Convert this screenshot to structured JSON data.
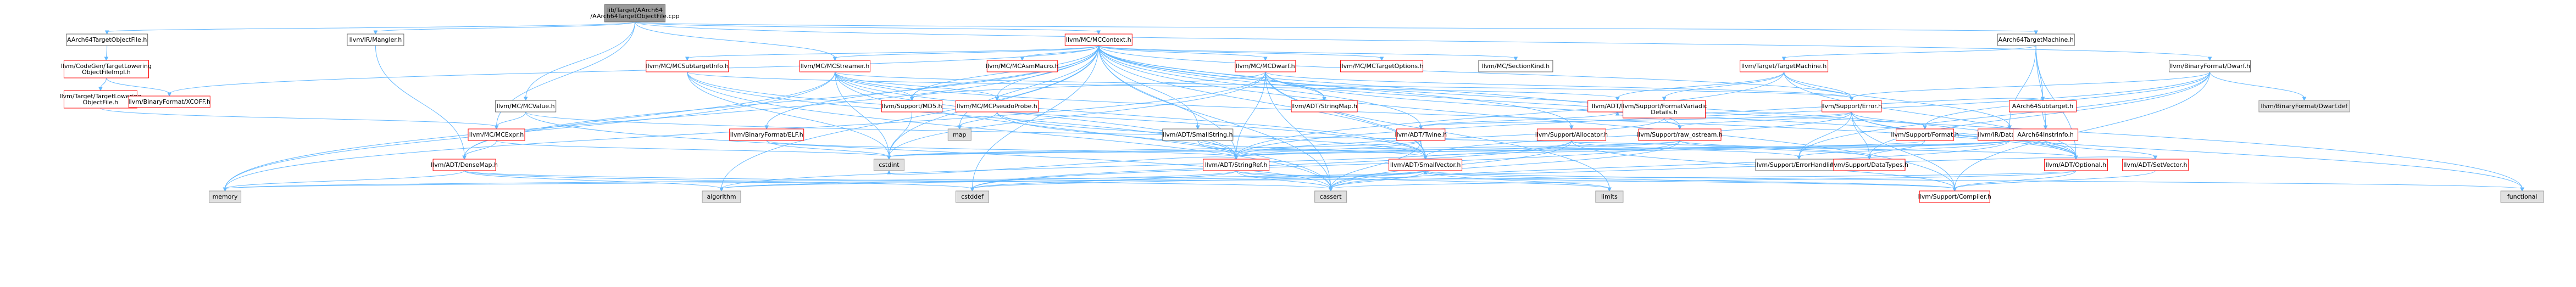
{
  "graph": {
    "nodes": [
      {
        "id": "root",
        "kind": "root",
        "lines": [
          "lib/Target/AArch64",
          "/AArch64TargetObjectFile.cpp"
        ]
      },
      {
        "id": "a64tof",
        "kind": "plain",
        "lines": [
          "AArch64TargetObjectFile.h"
        ]
      },
      {
        "id": "mangler",
        "kind": "plain",
        "lines": [
          "llvm/IR/Mangler.h"
        ]
      },
      {
        "id": "mccontext",
        "kind": "red",
        "lines": [
          "llvm/MC/MCContext.h"
        ]
      },
      {
        "id": "a64tm",
        "kind": "plain",
        "lines": [
          "AArch64TargetMachine.h"
        ]
      },
      {
        "id": "cgtlof",
        "kind": "red",
        "lines": [
          "llvm/CodeGen/TargetLowering",
          "ObjectFileImpl.h"
        ]
      },
      {
        "id": "tlof",
        "kind": "red",
        "lines": [
          "llvm/Target/TargetLowering",
          "ObjectFile.h"
        ]
      },
      {
        "id": "xcoff",
        "kind": "red",
        "lines": [
          "llvm/BinaryFormat/XCOFF.h"
        ]
      },
      {
        "id": "mcsubtarget",
        "kind": "red",
        "lines": [
          "llvm/MC/MCSubtargetInfo.h"
        ]
      },
      {
        "id": "mcstreamer",
        "kind": "red",
        "lines": [
          "llvm/MC/MCStreamer.h"
        ]
      },
      {
        "id": "mcvalue",
        "kind": "plain",
        "lines": [
          "llvm/MC/MCValue.h"
        ]
      },
      {
        "id": "mcasmmacro",
        "kind": "red",
        "lines": [
          "llvm/MC/MCAsmMacro.h"
        ]
      },
      {
        "id": "mcdwarf",
        "kind": "red",
        "lines": [
          "llvm/MC/MCDwarf.h"
        ]
      },
      {
        "id": "mctargetopts",
        "kind": "red",
        "lines": [
          "llvm/MC/MCTargetOptions.h"
        ]
      },
      {
        "id": "sectionkind",
        "kind": "plain",
        "lines": [
          "llvm/MC/SectionKind.h"
        ]
      },
      {
        "id": "targetmachine",
        "kind": "red",
        "lines": [
          "llvm/Target/TargetMachine.h"
        ]
      },
      {
        "id": "bfdwarf",
        "kind": "plain",
        "lines": [
          "llvm/BinaryFormat/Dwarf.h"
        ]
      },
      {
        "id": "mcexpr",
        "kind": "red",
        "lines": [
          "llvm/MC/MCExpr.h"
        ]
      },
      {
        "id": "densemap",
        "kind": "red",
        "lines": [
          "llvm/ADT/DenseMap.h"
        ]
      },
      {
        "id": "md5",
        "kind": "red",
        "lines": [
          "llvm/Support/MD5.h"
        ]
      },
      {
        "id": "pseudoprobe",
        "kind": "red",
        "lines": [
          "llvm/MC/MCPseudoProbe.h"
        ]
      },
      {
        "id": "elf",
        "kind": "red",
        "lines": [
          "llvm/BinaryFormat/ELF.h"
        ]
      },
      {
        "id": "smallstring",
        "kind": "plain",
        "lines": [
          "llvm/ADT/SmallString.h"
        ]
      },
      {
        "id": "stringmap",
        "kind": "red",
        "lines": [
          "llvm/ADT/StringMap.h"
        ]
      },
      {
        "id": "twine",
        "kind": "red",
        "lines": [
          "llvm/ADT/Twine.h"
        ]
      },
      {
        "id": "allocator",
        "kind": "red",
        "lines": [
          "llvm/Support/Allocator.h"
        ]
      },
      {
        "id": "triple",
        "kind": "red",
        "lines": [
          "llvm/ADT/Triple.h"
        ]
      },
      {
        "id": "fmtvariadic",
        "kind": "red",
        "lines": [
          "llvm/Support/FormatVariadic",
          "Details.h"
        ]
      },
      {
        "id": "error",
        "kind": "red",
        "lines": [
          "llvm/Support/Error.h"
        ]
      },
      {
        "id": "rawostream",
        "kind": "red",
        "lines": [
          "llvm/Support/raw_ostream.h"
        ]
      },
      {
        "id": "datalayout",
        "kind": "red",
        "lines": [
          "llvm/IR/DataLayout.h"
        ]
      },
      {
        "id": "format",
        "kind": "red",
        "lines": [
          "llvm/Support/Format.h"
        ]
      },
      {
        "id": "a64subtarget",
        "kind": "red",
        "lines": [
          "AArch64Subtarget.h"
        ]
      },
      {
        "id": "a64instrinfo",
        "kind": "red",
        "lines": [
          "AArch64InstrInfo.h"
        ]
      },
      {
        "id": "dwarfdef",
        "kind": "gray",
        "lines": [
          "llvm/BinaryFormat/Dwarf.def"
        ]
      },
      {
        "id": "stringref",
        "kind": "red",
        "lines": [
          "llvm/ADT/StringRef.h"
        ]
      },
      {
        "id": "smallvector",
        "kind": "red",
        "lines": [
          "llvm/ADT/SmallVector.h"
        ]
      },
      {
        "id": "errorhandling",
        "kind": "plain",
        "lines": [
          "llvm/Support/ErrorHandling.h"
        ]
      },
      {
        "id": "optional",
        "kind": "red",
        "lines": [
          "llvm/ADT/Optional.h"
        ]
      },
      {
        "id": "datatypes",
        "kind": "red",
        "lines": [
          "llvm/Support/DataTypes.h"
        ]
      },
      {
        "id": "setvector",
        "kind": "red",
        "lines": [
          "llvm/ADT/SetVector.h"
        ]
      },
      {
        "id": "compiler",
        "kind": "red",
        "lines": [
          "llvm/Support/Compiler.h"
        ]
      },
      {
        "id": "map",
        "kind": "gray",
        "lines": [
          "map"
        ]
      },
      {
        "id": "cstdint",
        "kind": "gray",
        "lines": [
          "cstdint"
        ]
      },
      {
        "id": "memory",
        "kind": "gray",
        "lines": [
          "memory"
        ]
      },
      {
        "id": "algorithm",
        "kind": "gray",
        "lines": [
          "algorithm"
        ]
      },
      {
        "id": "cstddef",
        "kind": "gray",
        "lines": [
          "cstddef"
        ]
      },
      {
        "id": "cassert",
        "kind": "gray",
        "lines": [
          "cassert"
        ]
      },
      {
        "id": "limits",
        "kind": "gray",
        "lines": [
          "limits"
        ]
      },
      {
        "id": "functional",
        "kind": "gray",
        "lines": [
          "functional"
        ]
      }
    ],
    "edges": [
      [
        "root",
        "a64tof"
      ],
      [
        "root",
        "mangler"
      ],
      [
        "root",
        "mccontext"
      ],
      [
        "root",
        "mcexpr"
      ],
      [
        "root",
        "mcvalue"
      ],
      [
        "root",
        "mcstreamer"
      ],
      [
        "root",
        "a64tm"
      ],
      [
        "root",
        "bfdwarf"
      ],
      [
        "a64tof",
        "cgtlof"
      ],
      [
        "cgtlof",
        "tlof"
      ],
      [
        "cgtlof",
        "xcoff"
      ],
      [
        "tlof",
        "mcexpr"
      ],
      [
        "mangler",
        "densemap"
      ],
      [
        "mccontext",
        "mcsubtarget"
      ],
      [
        "mccontext",
        "mcstreamer"
      ],
      [
        "mccontext",
        "mcasmmacro"
      ],
      [
        "mccontext",
        "mcdwarf"
      ],
      [
        "mccontext",
        "mctargetopts"
      ],
      [
        "mccontext",
        "sectionkind"
      ],
      [
        "mccontext",
        "pseudoprobe"
      ],
      [
        "mccontext",
        "elf"
      ],
      [
        "mccontext",
        "smallstring"
      ],
      [
        "mccontext",
        "stringmap"
      ],
      [
        "mccontext",
        "twine"
      ],
      [
        "mccontext",
        "allocator"
      ],
      [
        "mccontext",
        "error"
      ],
      [
        "mccontext",
        "md5"
      ],
      [
        "mccontext",
        "map"
      ],
      [
        "mccontext",
        "cstdint"
      ],
      [
        "mccontext",
        "xcoff"
      ],
      [
        "mccontext",
        "densemap"
      ],
      [
        "mccontext",
        "stringref"
      ],
      [
        "mccontext",
        "smallvector"
      ],
      [
        "mccontext",
        "optional"
      ],
      [
        "mccontext",
        "functional"
      ],
      [
        "mccontext",
        "memory"
      ],
      [
        "mccontext",
        "algorithm"
      ],
      [
        "mccontext",
        "cstddef"
      ],
      [
        "mccontext",
        "cassert"
      ],
      [
        "mccontext",
        "compiler"
      ],
      [
        "mccontext",
        "rawostream"
      ],
      [
        "mcsubtarget",
        "triple"
      ],
      [
        "mcsubtarget",
        "stringref"
      ],
      [
        "mcsubtarget",
        "cassert"
      ],
      [
        "mcsubtarget",
        "cstdint"
      ],
      [
        "mcsubtarget",
        "smallvector"
      ],
      [
        "mcstreamer",
        "md5"
      ],
      [
        "mcstreamer",
        "pseudoprobe"
      ],
      [
        "mcstreamer",
        "error"
      ],
      [
        "mcstreamer",
        "densemap"
      ],
      [
        "mcstreamer",
        "stringref"
      ],
      [
        "mcstreamer",
        "smallvector"
      ],
      [
        "mcstreamer",
        "optional"
      ],
      [
        "mcstreamer",
        "cstdint"
      ],
      [
        "mcstreamer",
        "memory"
      ],
      [
        "mcstreamer",
        "cassert"
      ],
      [
        "mcvalue",
        "mcexpr"
      ],
      [
        "mcvalue",
        "datatypes"
      ],
      [
        "mcvalue",
        "cassert"
      ],
      [
        "mcexpr",
        "densemap"
      ],
      [
        "mcexpr",
        "cstdint"
      ],
      [
        "mcdwarf",
        "md5"
      ],
      [
        "mcdwarf",
        "stringmap"
      ],
      [
        "mcdwarf",
        "error"
      ],
      [
        "mcdwarf",
        "stringref"
      ],
      [
        "mcdwarf",
        "smallvector"
      ],
      [
        "mcdwarf",
        "optional"
      ],
      [
        "mcdwarf",
        "cstdint"
      ],
      [
        "mcdwarf",
        "cassert"
      ],
      [
        "mcdwarf",
        "memory"
      ],
      [
        "mcdwarf",
        "limits"
      ],
      [
        "a64tm",
        "targetmachine"
      ],
      [
        "a64tm",
        "a64subtarget"
      ],
      [
        "a64tm",
        "a64instrinfo"
      ],
      [
        "a64tm",
        "datalayout"
      ],
      [
        "a64tm",
        "optional"
      ],
      [
        "targetmachine",
        "triple"
      ],
      [
        "targetmachine",
        "error"
      ],
      [
        "targetmachine",
        "datalayout"
      ],
      [
        "targetmachine",
        "stringref"
      ],
      [
        "targetmachine",
        "optional"
      ],
      [
        "targetmachine",
        "fmtvariadic"
      ],
      [
        "bfdwarf",
        "dwarfdef"
      ],
      [
        "bfdwarf",
        "error"
      ],
      [
        "bfdwarf",
        "format"
      ],
      [
        "bfdwarf",
        "errorhandling"
      ],
      [
        "bfdwarf",
        "datatypes"
      ],
      [
        "bfdwarf",
        "compiler"
      ],
      [
        "bfdwarf",
        "stringref"
      ],
      [
        "densemap",
        "algorithm"
      ],
      [
        "densemap",
        "cassert"
      ],
      [
        "densemap",
        "cstddef"
      ],
      [
        "densemap",
        "memory"
      ],
      [
        "md5",
        "cstdint"
      ],
      [
        "pseudoprobe",
        "map"
      ],
      [
        "pseudoprobe",
        "stringref"
      ],
      [
        "pseudoprobe",
        "smallvector"
      ],
      [
        "elf",
        "stringref"
      ],
      [
        "elf",
        "cstdint"
      ],
      [
        "smallstring",
        "stringref"
      ],
      [
        "smallstring",
        "smallvector"
      ],
      [
        "twine",
        "stringref"
      ],
      [
        "twine",
        "smallvector"
      ],
      [
        "twine",
        "cassert"
      ],
      [
        "twine",
        "cstdint"
      ],
      [
        "allocator",
        "compiler"
      ],
      [
        "allocator",
        "errorhandling"
      ],
      [
        "allocator",
        "cassert"
      ],
      [
        "allocator",
        "cstddef"
      ],
      [
        "allocator",
        "algorithm"
      ],
      [
        "error",
        "rawostream"
      ],
      [
        "error",
        "format"
      ],
      [
        "error",
        "errorhandling"
      ],
      [
        "error",
        "optional"
      ],
      [
        "error",
        "smallvector"
      ],
      [
        "error",
        "twine"
      ],
      [
        "error",
        "compiler"
      ],
      [
        "error",
        "datatypes"
      ],
      [
        "error",
        "functional"
      ],
      [
        "fmtvariadic",
        "stringref"
      ],
      [
        "fmtvariadic",
        "rawostream"
      ],
      [
        "rawostream",
        "stringref"
      ],
      [
        "rawostream",
        "datatypes"
      ],
      [
        "rawostream",
        "cassert"
      ],
      [
        "rawostream",
        "cstddef"
      ],
      [
        "rawostream",
        "cstdint"
      ],
      [
        "rawostream",
        "optional"
      ],
      [
        "datalayout",
        "stringref"
      ],
      [
        "datalayout",
        "smallvector"
      ],
      [
        "datalayout",
        "errorhandling"
      ],
      [
        "datalayout",
        "cassert"
      ],
      [
        "datalayout",
        "cstdint"
      ],
      [
        "format",
        "datatypes"
      ],
      [
        "format",
        "stringref"
      ],
      [
        "a64subtarget",
        "a64instrinfo"
      ],
      [
        "a64subtarget",
        "triple"
      ],
      [
        "a64instrinfo",
        "optional"
      ],
      [
        "a64instrinfo",
        "setvector"
      ],
      [
        "setvector",
        "compiler"
      ],
      [
        "setvector",
        "smallvector"
      ],
      [
        "stringref",
        "cstddef"
      ],
      [
        "stringref",
        "limits"
      ],
      [
        "stringref",
        "algorithm"
      ],
      [
        "stringref",
        "compiler"
      ],
      [
        "stringref",
        "cassert"
      ],
      [
        "stringref",
        "cstdint"
      ],
      [
        "smallvector",
        "compiler"
      ],
      [
        "smallvector",
        "cassert"
      ],
      [
        "smallvector",
        "cstddef"
      ],
      [
        "smallvector",
        "limits"
      ],
      [
        "smallvector",
        "algorithm"
      ],
      [
        "smallvector",
        "memory"
      ],
      [
        "smallvector",
        "functional"
      ],
      [
        "optional",
        "compiler"
      ],
      [
        "optional",
        "cassert"
      ],
      [
        "optional",
        "memory"
      ],
      [
        "triple",
        "twine"
      ],
      [
        "twine",
        "smallvector"
      ]
    ]
  }
}
